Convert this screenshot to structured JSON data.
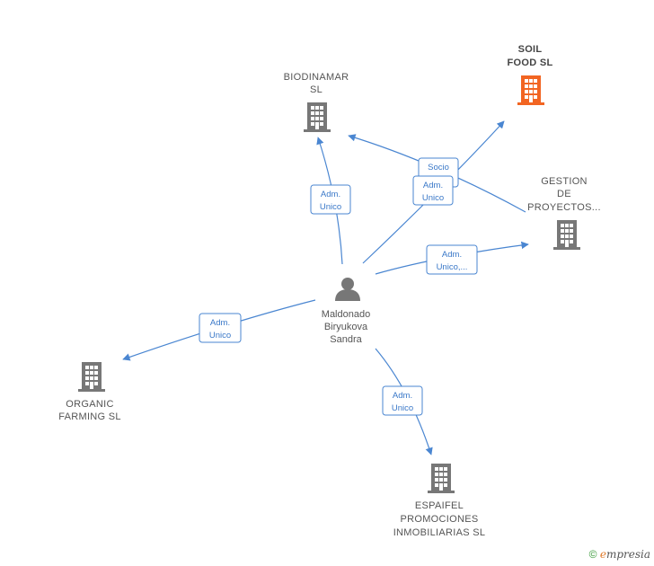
{
  "colors": {
    "company": "#777777",
    "focus_company": "#f26522",
    "edge": "#4a86d1",
    "person": "#777777"
  },
  "person": {
    "icon": "person-icon",
    "label_lines": [
      "Maldonado",
      "Biryukova",
      "Sandra"
    ]
  },
  "companies": [
    {
      "id": "biodinamar",
      "label_lines": [
        "BIODINAMAR",
        "SL"
      ],
      "focus": false
    },
    {
      "id": "soil-food",
      "label_lines": [
        "SOIL",
        "FOOD  SL"
      ],
      "focus": true
    },
    {
      "id": "gestion",
      "label_lines": [
        "GESTION",
        "DE",
        "PROYECTOS..."
      ],
      "focus": false
    },
    {
      "id": "organic",
      "label_lines": [
        "ORGANIC",
        "FARMING  SL"
      ],
      "focus": false
    },
    {
      "id": "espaifel",
      "label_lines": [
        "ESPAIFEL",
        "PROMOCIONES",
        "INMOBILIARIAS SL"
      ],
      "focus": false
    }
  ],
  "edges": [
    {
      "id": "to-biodinamar",
      "label_lines": [
        "Adm.",
        "Unico"
      ]
    },
    {
      "id": "to-soil-socio",
      "label_lines": [
        "Socio"
      ]
    },
    {
      "id": "to-soil-adm",
      "label_lines": [
        "Adm.",
        "Unico"
      ]
    },
    {
      "id": "to-gestion",
      "label_lines": [
        "Adm.",
        "Unico,..."
      ]
    },
    {
      "id": "to-organic",
      "label_lines": [
        "Adm.",
        "Unico"
      ]
    },
    {
      "id": "to-espaifel",
      "label_lines": [
        "Adm.",
        "Unico"
      ]
    }
  ],
  "footer": {
    "copyright_symbol": "©",
    "brand_initial": "e",
    "brand_rest": "mpresia"
  }
}
